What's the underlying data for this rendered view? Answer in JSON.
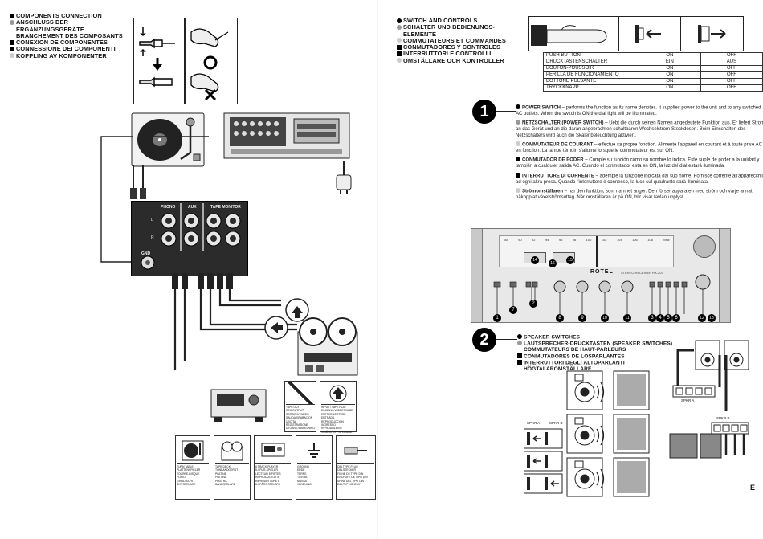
{
  "left": {
    "headings": [
      {
        "text": "COMPONENTS CONNECTION",
        "bullet": "dot"
      },
      {
        "text": "ANSCHLUSS DER",
        "bullet": "gray"
      },
      {
        "text": "ERGÄNZUNGSGERÄTE",
        "bullet": "none"
      },
      {
        "text": "BRANCHEMENT DES COMPOSANTS",
        "bullet": "none"
      },
      {
        "text": "CONEXION DE COMPONENTES",
        "bullet": "square"
      },
      {
        "text": "CONNESSIONE DEI COMPONENTI",
        "bullet": "square"
      },
      {
        "text": "KOPPLING AV KOMPONENTER",
        "bullet": "light"
      }
    ],
    "panel_labels": {
      "phono": "PHONO",
      "aux": "AUX",
      "tape_monitor": "TAPE MONITOR",
      "left": "L",
      "right": "R",
      "gnd": "GND"
    },
    "legend_main": [
      "TAPE OUT",
      "REC OUTPUT",
      "SORTIE D'ENREG",
      "SALIDA GRABACION",
      "USCITA REGISTRAZIONE",
      "UTGÅNG INSPELNING"
    ],
    "legend_main_right": [
      "INPUT / TAPE PLAY",
      "EINGANG WIEDERGABE",
      "ENTREE LECTURE",
      "ENTRADA REPRODUCCION",
      "INGRESSO RIPRODUZIONE",
      "INGÅNG UPPSPELNING"
    ],
    "legend_boxes": [
      {
        "lines": [
          "TURN TABLE",
          "PLATTENSPIELER",
          "TOURNE-DISQUE",
          "PLATO",
          "GIRADISCHI",
          "SKIVSPELARE"
        ]
      },
      {
        "lines": [
          "TAPE DECK",
          "TONBANDGERÄT",
          "PLATINE",
          "PLETINA",
          "PIASTRA",
          "BANDSPELARE"
        ]
      },
      {
        "lines": [
          "8 TRACK PLAYER",
          "8-SPUR-SPIELER",
          "LECTEUR 8 PISTES",
          "REPRODUCTOR 8",
          "RIPRODUTTORE 8",
          "8-SPÅRS SPELARE"
        ]
      },
      {
        "lines": [
          "GROUND",
          "ERDE",
          "TERRE",
          "TIERRA",
          "MASSA",
          "JORDNING"
        ]
      },
      {
        "lines": [
          "DIN TYPE PLUG",
          "DIN-STECKER",
          "FICHE DE TYPE DIN",
          "ENCHUFE DE TIPO DIN",
          "SPINA DEL TIPO DIN",
          "DIN-TYP KONTAKT"
        ]
      }
    ]
  },
  "right": {
    "headings": [
      {
        "text": "SWITCH AND CONTROLS",
        "bullet": "dot"
      },
      {
        "text": "SCHALTER UND BEDIENUNGS-",
        "bullet": "gray"
      },
      {
        "text": "ELEMENTE",
        "bullet": "none"
      },
      {
        "text": "COMMUTATEURS ET COMMANDES",
        "bullet": "light"
      },
      {
        "text": "CONMUTADORES Y CONTROLES",
        "bullet": "square"
      },
      {
        "text": "INTERRUTTORI E CONTROLLI",
        "bullet": "square"
      },
      {
        "text": "OMSTÄLLARE OCH KONTROLLER",
        "bullet": "light"
      }
    ],
    "push_table": [
      [
        "PUSH BUTTON",
        "ON",
        "OFF"
      ],
      [
        "DRUCKTASTENSCHALTER",
        "EIN",
        "AUS"
      ],
      [
        "BOUTON-POUSSOIR",
        "ON",
        "OFF"
      ],
      [
        "PERILLA DE FUNCIONAMIENTO",
        "ON",
        "OFF"
      ],
      [
        "BOTTONE PULSANTE",
        "ON",
        "OFF"
      ],
      [
        "TRYCKKNAPP",
        "ON",
        "OFF"
      ]
    ],
    "section1": {
      "number": "1",
      "paragraphs": [
        {
          "lead": "POWER SWITCH",
          "text": " – performs the function as its name denotes. It supplies power to the unit and to any switched AC outlets. When the switch is ON the dial light will be illuminated.",
          "bullet": "dot"
        },
        {
          "lead": "NETZSCHALTER (POWER SWITCH)",
          "text": " – Uebt die durch seinen Namen angedeutete Funktion aus. Er liefert Strom an das Gerät und an die daran angebrachten schaltbaren Wechselstrom-Steckdosen. Beim Einschalten des Netzschalters wird auch die Skalenbeleuchtung aktiviert.",
          "bullet": "gray"
        },
        {
          "lead": "COMMUTATEUR DE COURANT",
          "text": " – effectue sa propre fonction. Alimente l'appareil en courant et à toute prise AC en fonction. La lampe témoin s'allume lorsque le commutateur est sur ON.",
          "bullet": "light"
        },
        {
          "lead": "CONMUTADOR DE PODER",
          "text": " – Cumple su función como su nombre lo indica. Este suple de poder a la unidad y también a cualquier salida AC. Cuando el conmutador esta en ON, la luz del dial estará iluminada.",
          "bullet": "square"
        },
        {
          "lead": "INTERRUTTORE DI CORRENTE",
          "text": " – adempie la funzione indicata dal suo nome. Fornisce corrente all'apparecchio e ad ogni altra presa. Quando l'interruttore è connesso, la luce sul quadrante sarà illuminata.",
          "bullet": "square"
        },
        {
          "lead": "Strömomställaren",
          "text": " – har den funktion, som namnet anger. Den förser apparaten med ström och varje annat påkopplat växelströmsuttag. När omställaren är på ON, blir visar tavlan upplyst.",
          "bullet": "light"
        }
      ]
    },
    "receiver": {
      "brand": "ROTEL",
      "model": "STEREO RECEIVER RX-203",
      "dial_scale": [
        "88",
        "90",
        "92",
        "94",
        "96",
        "98",
        "100",
        "102",
        "104",
        "106",
        "108",
        "MHz"
      ],
      "callouts": [
        "1",
        "2",
        "3",
        "4",
        "5",
        "6",
        "7",
        "8",
        "9",
        "10",
        "11",
        "12",
        "13",
        "14",
        "15",
        "16"
      ]
    },
    "section2": {
      "number": "2",
      "headings": [
        {
          "text": "SPEAKER SWITCHES",
          "bullet": "dot"
        },
        {
          "text": "LAUTSPRECHER-DRUCKTASTEN (SPEAKER SWITCHES)",
          "bullet": "gray"
        },
        {
          "text": "COMMUTATEURS DE HAUT-PARLEURS",
          "bullet": "none"
        },
        {
          "text": "CONMUTADORES DE LOSPARLANTES",
          "bullet": "square"
        },
        {
          "text": "INTERRUTTORI DEGLI ALTOPARLANTI",
          "bullet": "square"
        },
        {
          "text": "HÖGTALAROMSTÄLLARE",
          "bullet": "none"
        }
      ],
      "spkr_labels": [
        "SPKR A",
        "SPKR B"
      ],
      "terminal_a": "SPKR A",
      "terminal_b": "SPKR B"
    },
    "page_letter": "E"
  }
}
